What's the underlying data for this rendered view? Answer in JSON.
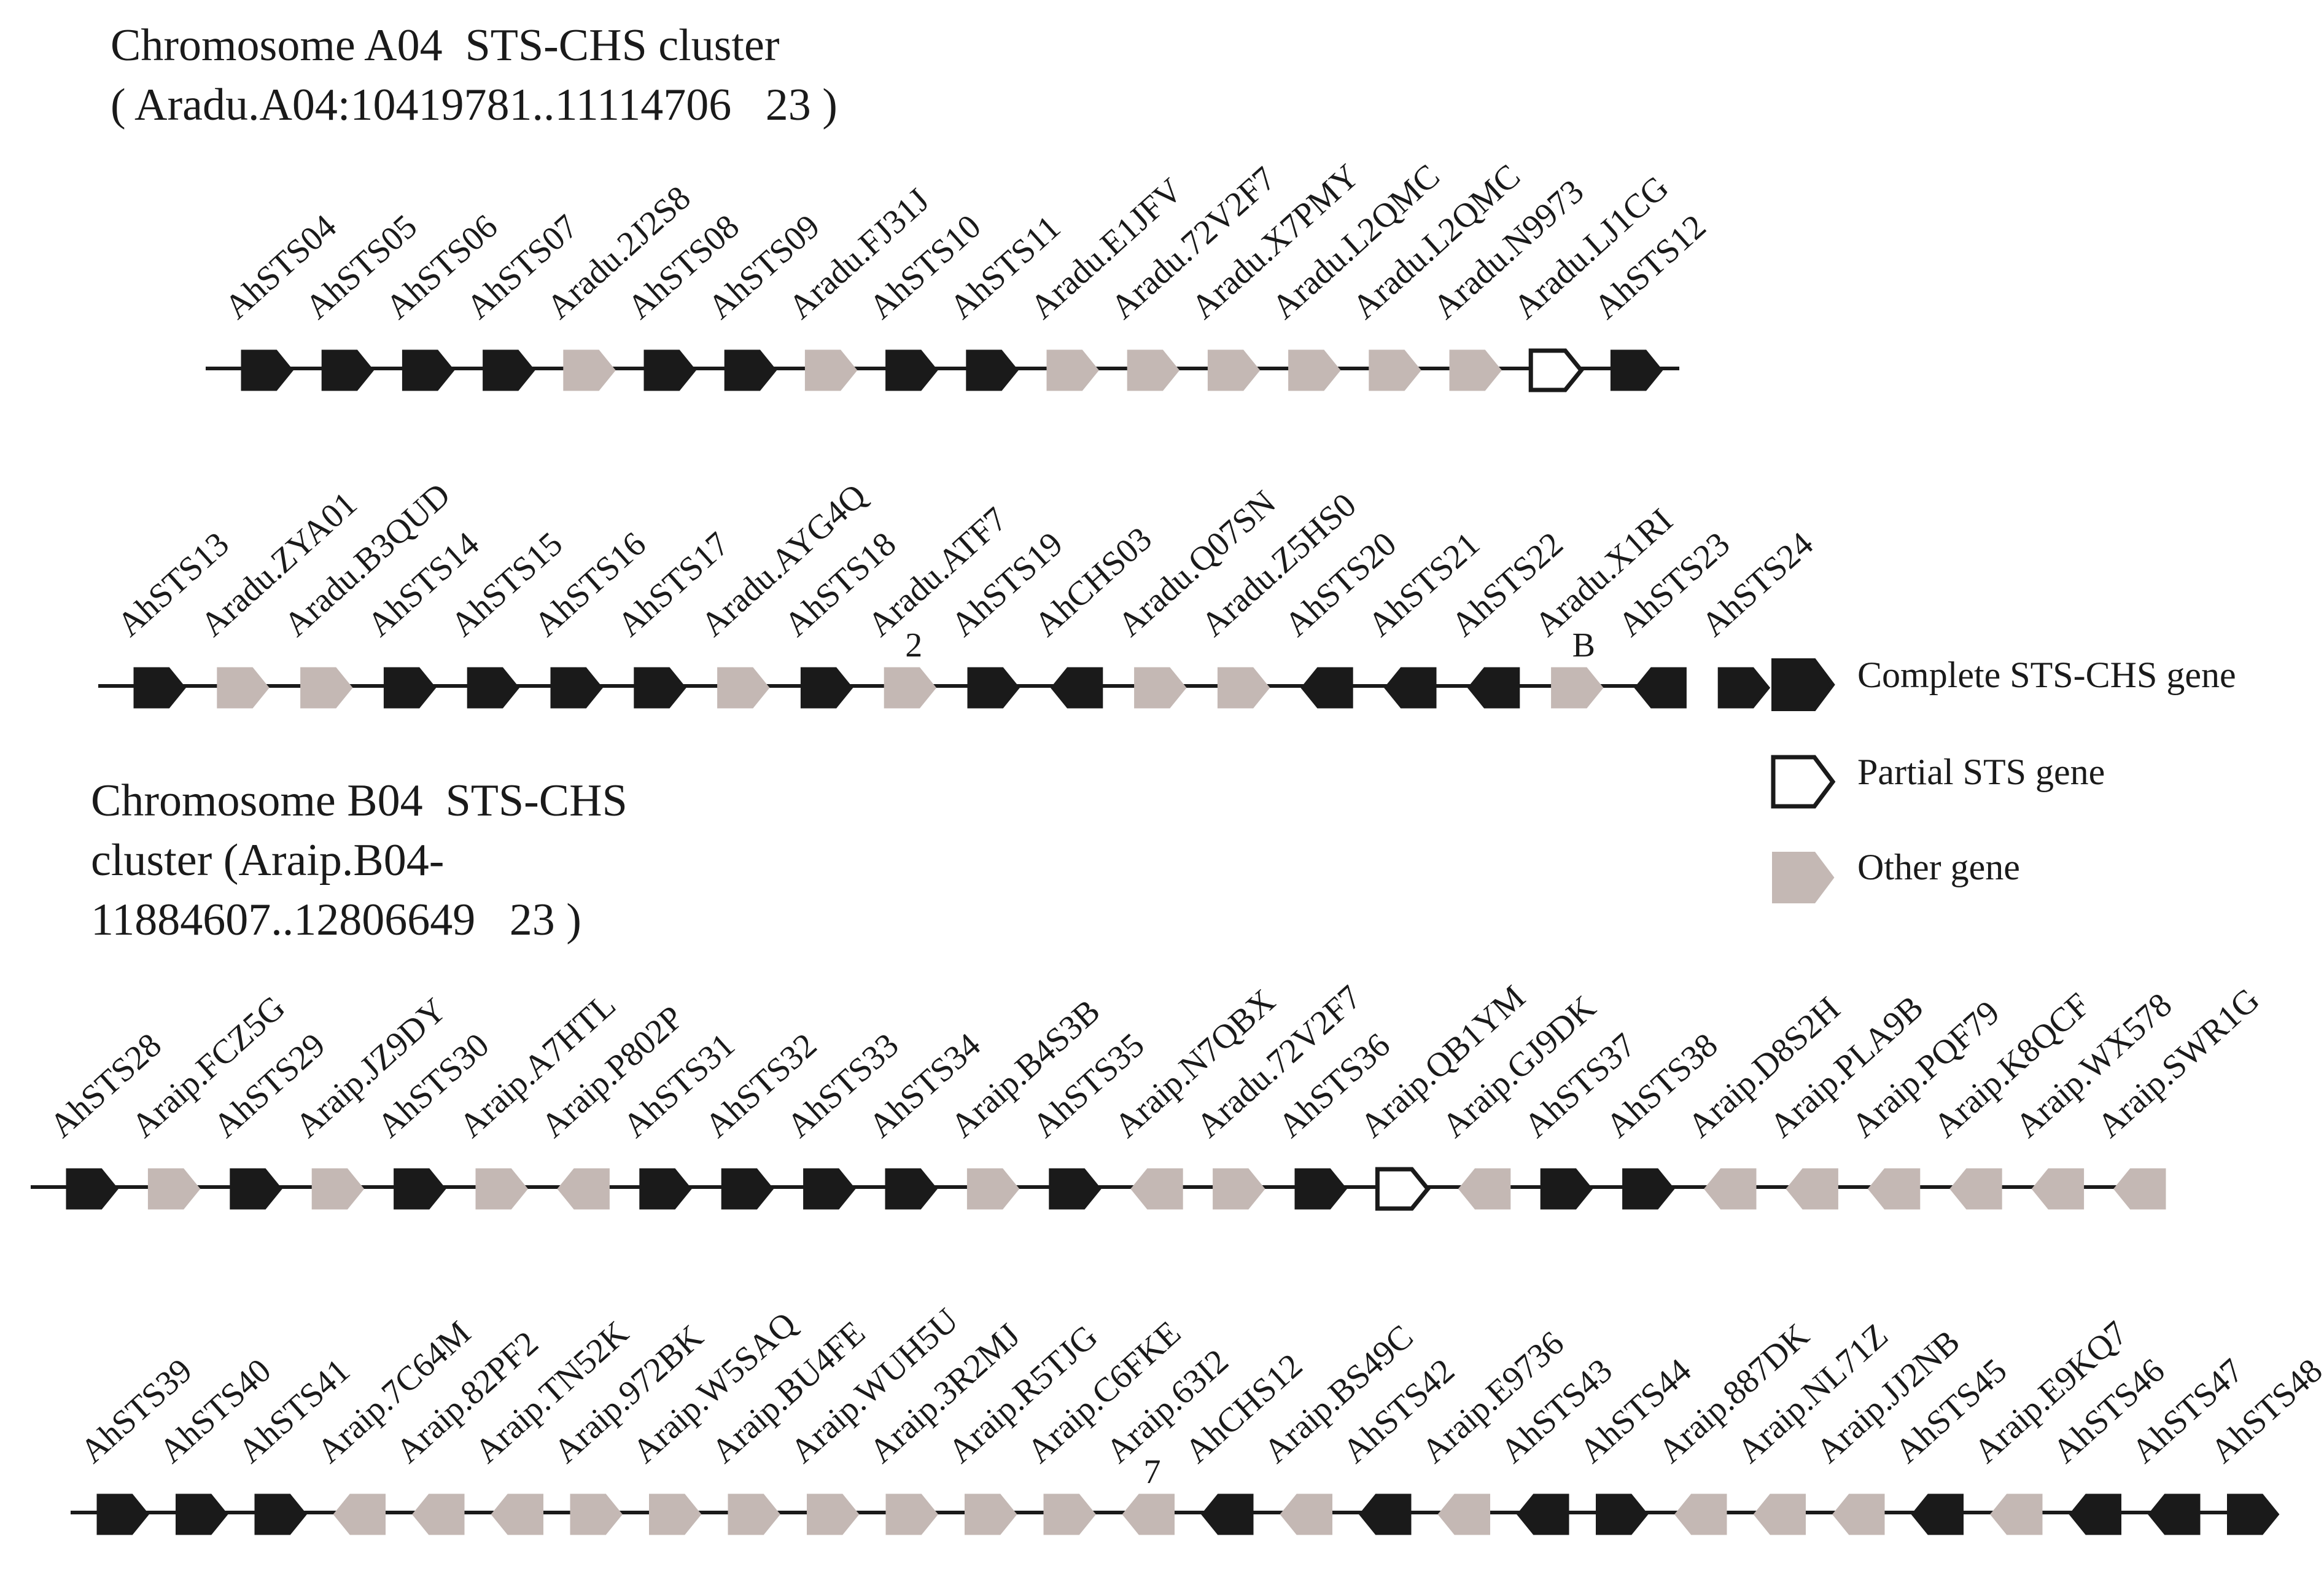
{
  "title_a04_line1": "Chromosome A04  STS-CHS cluster",
  "title_a04_line2": "( Aradu.A04:10419781..11114706   23 )",
  "title_b04_line1": "Chromosome B04  STS-CHS",
  "title_b04_line2": "cluster (Araip.B04-",
  "title_b04_line3": "11884607..12806649   23 )",
  "legend": {
    "complete": {
      "label": "Complete STS-CHS gene",
      "fill": "#1a1a1a",
      "stroke": "#1a1a1a"
    },
    "partial": {
      "label": "Partial STS gene",
      "fill": "#ffffff",
      "stroke": "#1a1a1a"
    },
    "other": {
      "label": "Other gene",
      "fill": "#c4b8b4",
      "stroke": "#c4b8b4"
    }
  },
  "rows": [
    {
      "genes": [
        {
          "name": "AhSTS04",
          "type": "complete",
          "dir": "right"
        },
        {
          "name": "AhSTS05",
          "type": "complete",
          "dir": "right"
        },
        {
          "name": "AhSTS06",
          "type": "complete",
          "dir": "right"
        },
        {
          "name": "AhSTS07",
          "type": "complete",
          "dir": "right"
        },
        {
          "name": "Aradu.2J2S8",
          "type": "other",
          "dir": "right"
        },
        {
          "name": "AhSTS08",
          "type": "complete",
          "dir": "right"
        },
        {
          "name": "AhSTS09",
          "type": "complete",
          "dir": "right"
        },
        {
          "name": "Aradu.FJ31J",
          "type": "other",
          "dir": "right"
        },
        {
          "name": "AhSTS10",
          "type": "complete",
          "dir": "right"
        },
        {
          "name": "AhSTS11",
          "type": "complete",
          "dir": "right"
        },
        {
          "name": "Aradu.E1JFV",
          "type": "other",
          "dir": "right"
        },
        {
          "name": "Aradu.72V2F7",
          "type": "other",
          "dir": "right"
        },
        {
          "name": "Aradu.X7PMY",
          "type": "other",
          "dir": "right"
        },
        {
          "name": "Aradu.L2QMC",
          "type": "other",
          "dir": "right"
        },
        {
          "name": "Aradu.L2QMC",
          "type": "other",
          "dir": "right"
        },
        {
          "name": "Aradu.N9973",
          "type": "other",
          "dir": "right"
        },
        {
          "name": "Aradu.LJ1CG",
          "type": "partial",
          "dir": "right"
        },
        {
          "name": "AhSTS12",
          "type": "complete",
          "dir": "right"
        }
      ]
    },
    {
      "genes": [
        {
          "name": "AhSTS13",
          "type": "complete",
          "dir": "right"
        },
        {
          "name": "Aradu.ZYA01",
          "type": "other",
          "dir": "right"
        },
        {
          "name": "Aradu.B3QUD",
          "type": "other",
          "dir": "right"
        },
        {
          "name": "AhSTS14",
          "type": "complete",
          "dir": "right"
        },
        {
          "name": "AhSTS15",
          "type": "complete",
          "dir": "right"
        },
        {
          "name": "AhSTS16",
          "type": "complete",
          "dir": "right"
        },
        {
          "name": "AhSTS17",
          "type": "complete",
          "dir": "right"
        },
        {
          "name": "Aradu.AYG4Q",
          "type": "other",
          "dir": "right"
        },
        {
          "name": "AhSTS18",
          "type": "complete",
          "dir": "right"
        },
        {
          "name": "Aradu.ATF7",
          "type": "other",
          "dir": "right",
          "extra": "2"
        },
        {
          "name": "AhSTS19",
          "type": "complete",
          "dir": "right"
        },
        {
          "name": "AhCHS03",
          "type": "complete",
          "dir": "left"
        },
        {
          "name": "Aradu.Q07SN",
          "type": "other",
          "dir": "right"
        },
        {
          "name": "Aradu.Z5HS0",
          "type": "other",
          "dir": "right"
        },
        {
          "name": "AhSTS20",
          "type": "complete",
          "dir": "left"
        },
        {
          "name": "AhSTS21",
          "type": "complete",
          "dir": "left"
        },
        {
          "name": "AhSTS22",
          "type": "complete",
          "dir": "left"
        },
        {
          "name": "Aradu.X1RI",
          "type": "other",
          "dir": "right",
          "extra": "B"
        },
        {
          "name": "AhSTS23",
          "type": "complete",
          "dir": "left"
        },
        {
          "name": "AhSTS24",
          "type": "complete",
          "dir": "right"
        }
      ]
    },
    {
      "genes": [
        {
          "name": "AhSTS28",
          "type": "complete",
          "dir": "right"
        },
        {
          "name": "Araip.FCZ5G",
          "type": "other",
          "dir": "right"
        },
        {
          "name": "AhSTS29",
          "type": "complete",
          "dir": "right"
        },
        {
          "name": "Araip.JZ9DY",
          "type": "other",
          "dir": "right"
        },
        {
          "name": "AhSTS30",
          "type": "complete",
          "dir": "right"
        },
        {
          "name": "Araip.A7HTL",
          "type": "other",
          "dir": "right"
        },
        {
          "name": "Araip.P802P",
          "type": "other",
          "dir": "left"
        },
        {
          "name": "AhSTS31",
          "type": "complete",
          "dir": "right"
        },
        {
          "name": "AhSTS32",
          "type": "complete",
          "dir": "right"
        },
        {
          "name": "AhSTS33",
          "type": "complete",
          "dir": "right"
        },
        {
          "name": "AhSTS34",
          "type": "complete",
          "dir": "right"
        },
        {
          "name": "Araip.B4S3B",
          "type": "other",
          "dir": "right"
        },
        {
          "name": "AhSTS35",
          "type": "complete",
          "dir": "right"
        },
        {
          "name": "Araip.N7QBX",
          "type": "other",
          "dir": "left"
        },
        {
          "name": "Aradu.72V2F7",
          "type": "other",
          "dir": "right"
        },
        {
          "name": "AhSTS36",
          "type": "complete",
          "dir": "right"
        },
        {
          "name": "Araip.QB1YM",
          "type": "partial",
          "dir": "right"
        },
        {
          "name": "Araip.GJ9DK",
          "type": "other",
          "dir": "left"
        },
        {
          "name": "AhSTS37",
          "type": "complete",
          "dir": "right"
        },
        {
          "name": "AhSTS38",
          "type": "complete",
          "dir": "right"
        },
        {
          "name": "Araip.D8S2H",
          "type": "other",
          "dir": "left"
        },
        {
          "name": "Araip.PLA9B",
          "type": "other",
          "dir": "left"
        },
        {
          "name": "Araip.PQF79",
          "type": "other",
          "dir": "left"
        },
        {
          "name": "Araip.K8QCF",
          "type": "other",
          "dir": "left"
        },
        {
          "name": "Araip.WX578",
          "type": "other",
          "dir": "left"
        },
        {
          "name": "Araip.SWR1G",
          "type": "other",
          "dir": "left"
        }
      ]
    },
    {
      "genes": [
        {
          "name": "AhSTS39",
          "type": "complete",
          "dir": "right"
        },
        {
          "name": "AhSTS40",
          "type": "complete",
          "dir": "right"
        },
        {
          "name": "AhSTS41",
          "type": "complete",
          "dir": "right"
        },
        {
          "name": "Araip.7C64M",
          "type": "other",
          "dir": "left"
        },
        {
          "name": "Araip.82PF2",
          "type": "other",
          "dir": "left"
        },
        {
          "name": "Araip.TN52K",
          "type": "other",
          "dir": "left"
        },
        {
          "name": "Araip.972BK",
          "type": "other",
          "dir": "right"
        },
        {
          "name": "Araip.W5SAQ",
          "type": "other",
          "dir": "right"
        },
        {
          "name": "Araip.BU4FE",
          "type": "other",
          "dir": "right"
        },
        {
          "name": "Araip.WUH5U",
          "type": "other",
          "dir": "right"
        },
        {
          "name": "Araip.3R2MJ",
          "type": "other",
          "dir": "right"
        },
        {
          "name": "Araip.R5TJG",
          "type": "other",
          "dir": "right"
        },
        {
          "name": "Araip.C6FKE",
          "type": "other",
          "dir": "right"
        },
        {
          "name": "Araip.63I2",
          "type": "other",
          "dir": "left",
          "extra": "7"
        },
        {
          "name": "AhCHS12",
          "type": "complete",
          "dir": "left"
        },
        {
          "name": "Araip.BS49C",
          "type": "other",
          "dir": "left"
        },
        {
          "name": "AhSTS42",
          "type": "complete",
          "dir": "left"
        },
        {
          "name": "Araip.E9736",
          "type": "other",
          "dir": "left"
        },
        {
          "name": "AhSTS43",
          "type": "complete",
          "dir": "left"
        },
        {
          "name": "AhSTS44",
          "type": "complete",
          "dir": "right"
        },
        {
          "name": "Araip.887DK",
          "type": "other",
          "dir": "left"
        },
        {
          "name": "Araip.NL71Z",
          "type": "other",
          "dir": "left"
        },
        {
          "name": "Araip.JJ2NB",
          "type": "other",
          "dir": "left"
        },
        {
          "name": "AhSTS45",
          "type": "complete",
          "dir": "left"
        },
        {
          "name": "Araip.E9KQ7",
          "type": "other",
          "dir": "left"
        },
        {
          "name": "AhSTS46",
          "type": "complete",
          "dir": "left"
        },
        {
          "name": "AhSTS47",
          "type": "complete",
          "dir": "left"
        },
        {
          "name": "AhSTS48",
          "type": "complete",
          "dir": "right"
        }
      ]
    }
  ]
}
